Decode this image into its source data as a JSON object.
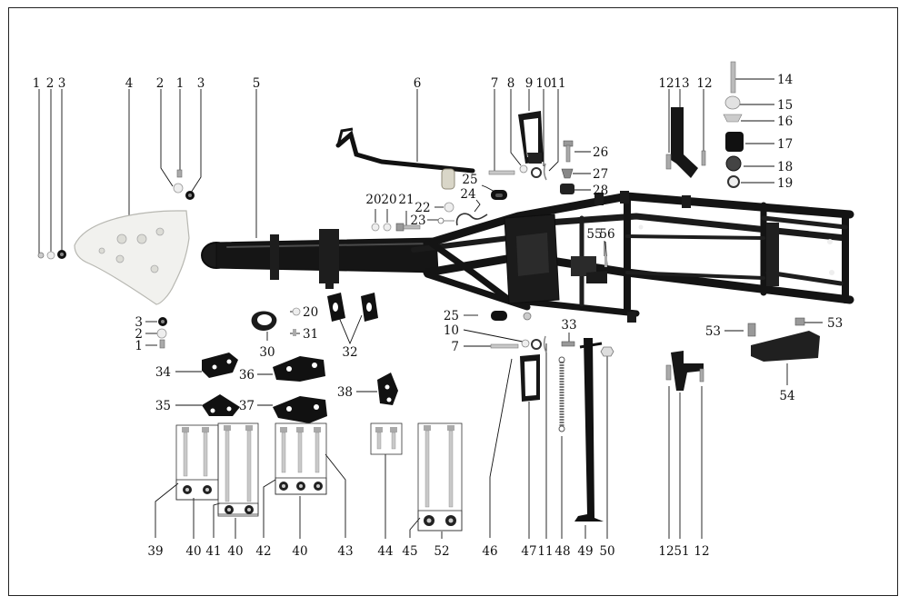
{
  "diagram": {
    "callouts": [
      {
        "id": "c1",
        "text": "1"
      },
      {
        "id": "c2",
        "text": "2"
      },
      {
        "id": "c3",
        "text": "3"
      },
      {
        "id": "c4",
        "text": "4"
      },
      {
        "id": "c5",
        "text": "2"
      },
      {
        "id": "c6",
        "text": "1"
      },
      {
        "id": "c7",
        "text": "3"
      },
      {
        "id": "c8",
        "text": "5"
      },
      {
        "id": "c9",
        "text": "6"
      },
      {
        "id": "c10",
        "text": "7"
      },
      {
        "id": "c11",
        "text": "8"
      },
      {
        "id": "c12",
        "text": "9"
      },
      {
        "id": "c13",
        "text": "10"
      },
      {
        "id": "c14",
        "text": "11"
      },
      {
        "id": "c15",
        "text": "12"
      },
      {
        "id": "c16",
        "text": "13"
      },
      {
        "id": "c17",
        "text": "12"
      },
      {
        "id": "c18",
        "text": "14"
      },
      {
        "id": "c19",
        "text": "15"
      },
      {
        "id": "c20",
        "text": "16"
      },
      {
        "id": "c21",
        "text": "17"
      },
      {
        "id": "c22",
        "text": "18"
      },
      {
        "id": "c23",
        "text": "19"
      },
      {
        "id": "c24",
        "text": "26"
      },
      {
        "id": "c25",
        "text": "27"
      },
      {
        "id": "c26",
        "text": "28"
      },
      {
        "id": "c27",
        "text": "25"
      },
      {
        "id": "c28",
        "text": "24"
      },
      {
        "id": "c29",
        "text": "20"
      },
      {
        "id": "c30",
        "text": "20"
      },
      {
        "id": "c31",
        "text": "21"
      },
      {
        "id": "c32",
        "text": "22"
      },
      {
        "id": "c33",
        "text": "23"
      },
      {
        "id": "c34",
        "text": "55"
      },
      {
        "id": "c35",
        "text": "56"
      },
      {
        "id": "c36",
        "text": "3"
      },
      {
        "id": "c37",
        "text": "2"
      },
      {
        "id": "c38",
        "text": "1"
      },
      {
        "id": "c39",
        "text": "20"
      },
      {
        "id": "c40",
        "text": "31"
      },
      {
        "id": "c41",
        "text": "30"
      },
      {
        "id": "c42",
        "text": "32"
      },
      {
        "id": "c43",
        "text": "25"
      },
      {
        "id": "c44",
        "text": "10"
      },
      {
        "id": "c45",
        "text": "7"
      },
      {
        "id": "c46",
        "text": "33"
      },
      {
        "id": "c47",
        "text": "53"
      },
      {
        "id": "c48",
        "text": "53"
      },
      {
        "id": "c49",
        "text": "54"
      },
      {
        "id": "c50",
        "text": "34"
      },
      {
        "id": "c51",
        "text": "36"
      },
      {
        "id": "c52",
        "text": "38"
      },
      {
        "id": "c53",
        "text": "35"
      },
      {
        "id": "c54",
        "text": "37"
      },
      {
        "id": "c55",
        "text": "39"
      },
      {
        "id": "c56",
        "text": "40"
      },
      {
        "id": "c57",
        "text": "41"
      },
      {
        "id": "c58",
        "text": "40"
      },
      {
        "id": "c59",
        "text": "42"
      },
      {
        "id": "c60",
        "text": "40"
      },
      {
        "id": "c61",
        "text": "43"
      },
      {
        "id": "c62",
        "text": "44"
      },
      {
        "id": "c63",
        "text": "45"
      },
      {
        "id": "c64",
        "text": "52"
      },
      {
        "id": "c65",
        "text": "46"
      },
      {
        "id": "c66",
        "text": "47"
      },
      {
        "id": "c67",
        "text": "11"
      },
      {
        "id": "c68",
        "text": "48"
      },
      {
        "id": "c69",
        "text": "49"
      },
      {
        "id": "c70",
        "text": "50"
      },
      {
        "id": "c71",
        "text": "12"
      },
      {
        "id": "c72",
        "text": "51"
      },
      {
        "id": "c73",
        "text": "12"
      }
    ]
  }
}
